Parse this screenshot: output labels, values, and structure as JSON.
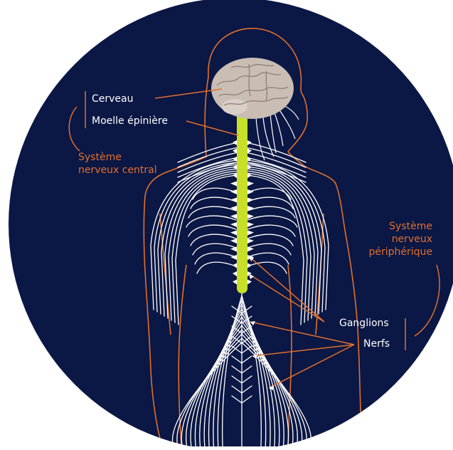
{
  "labels": {
    "brain": "Cerveau",
    "spinal_cord": "Moelle épinière",
    "cns": [
      "Système",
      "nerveux central"
    ],
    "pns": [
      "Système",
      "nerveux",
      "périphérique"
    ],
    "ganglia": "Ganglions",
    "nerves": "Nerfs"
  },
  "colors": {
    "background_circle": "#0b1744",
    "outline": "#e0702e",
    "nerve": "#ffffff",
    "spinal_cord": "#c8df2a",
    "brain": "#c9bdb4",
    "label_primary": "#ffffff",
    "label_group": "#e0702e"
  }
}
